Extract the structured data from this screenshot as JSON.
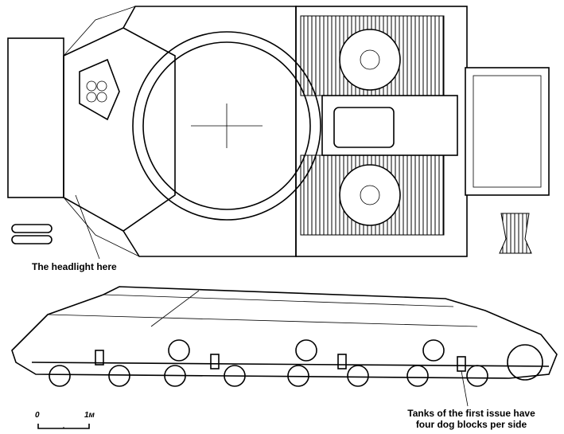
{
  "annotations": {
    "headlight": "The headlight here",
    "dog_blocks_line1": "Tanks of the first issue have",
    "dog_blocks_line2": "four dog blocks per side"
  },
  "scale_bar": {
    "start_label": "0",
    "end_label": "1м"
  }
}
